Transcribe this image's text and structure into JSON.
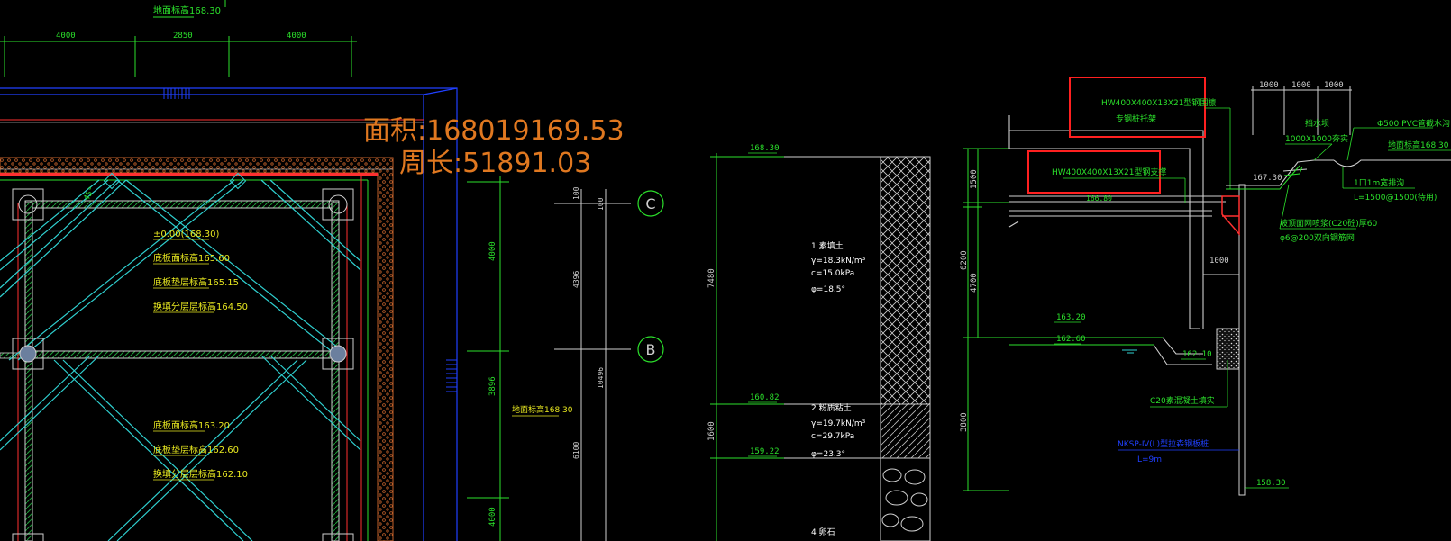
{
  "overlay": {
    "area": "面积:168019169.53",
    "perimeter": "周长:51891.03"
  },
  "plan": {
    "top_label": "地面标高168.30",
    "dims_top": [
      "4000",
      "2850",
      "4000"
    ],
    "angle": "45°",
    "upper_labels": [
      "±0.00(168.30)",
      "底板面标高165.60",
      "底板垫层标高165.15",
      "换填分层层标高164.50"
    ],
    "lower_labels": [
      "底板面标高163.20",
      "底板垫层标高162.60",
      "换填分层层标高162.10"
    ],
    "side_dims": [
      "4000",
      "3896",
      "4000"
    ],
    "ground_label": "地面标高168.30",
    "grid_dims": [
      "100",
      "4396",
      "10496",
      "6100"
    ],
    "axes": [
      "C",
      "B"
    ]
  },
  "profile": {
    "left_dims": [
      "7480",
      "1600"
    ],
    "elevations": [
      "168.30",
      "160.82",
      "159.22"
    ],
    "layers": [
      {
        "name": "1 素填土",
        "props": [
          "γ=18.3kN/m³",
          "c=15.0kPa",
          "φ=18.5°"
        ]
      },
      {
        "name": "2 粉质粘土",
        "props": [
          "γ=19.7kN/m³",
          "c=29.7kPa",
          "φ=23.3°"
        ]
      },
      {
        "name": "4 卵石",
        "props": []
      }
    ]
  },
  "section": {
    "highlight_1": [
      "HW400X400X13X21型钢围檩",
      "专钢桩托架"
    ],
    "highlight_2": "HW400X400X13X21型钢支撑",
    "elev_top": "166.80",
    "elev_ground": "167.30",
    "dims_top": [
      "1000",
      "1000",
      "1000"
    ],
    "right_labels": [
      "挡水坝",
      "1000X1000夯实",
      "Φ500 PVC管截水沟",
      "地面标高168.30",
      "1口1m宽排沟",
      "L=1500@1500(待用)",
      "坡顶面网喷浆(C20砼)厚60",
      "φ6@200双向钢筋网"
    ],
    "dims_left": [
      "1500",
      "6200",
      "4700",
      "3800"
    ],
    "dim_1000": "1000",
    "elev_163": "163.20",
    "elev_162_6": "162.60",
    "elev_162_1": "162.10",
    "c20": "C20素混凝土填实",
    "nksp": [
      "NKSP-Ⅳ(L)型拉森钢板桩",
      "L=9m"
    ],
    "elev_bottom": "158.30"
  }
}
